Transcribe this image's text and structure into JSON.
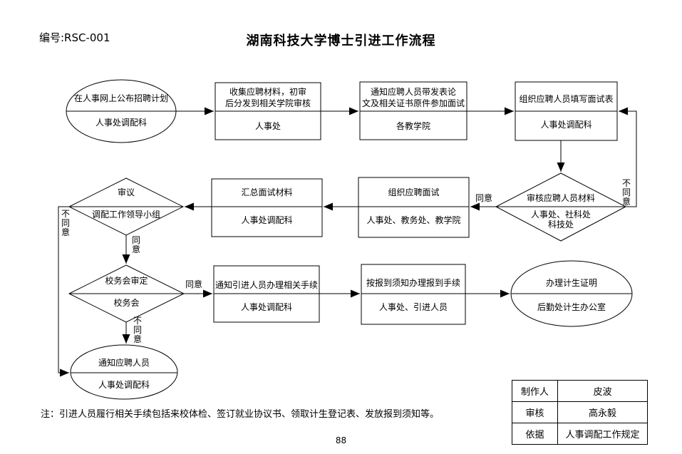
{
  "header": {
    "doc_number": "编号:RSC-001",
    "title": "湖南科技大学博士引进工作流程"
  },
  "nodes": [
    {
      "action": "在人事网上公布招聘计划",
      "dept": "人事处调配科"
    },
    {
      "action": "收集应聘材料，初审\n后分发到相关学院审核",
      "dept": "人事处"
    },
    {
      "action": "通知应聘人员带发表论\n文及相关证书原件参加面试",
      "dept": "各教学院"
    },
    {
      "action": "组织应聘人员填写面试表",
      "dept": "人事处调配科"
    },
    {
      "action": "审议",
      "dept": "调配工作领导小组"
    },
    {
      "action": "汇总面试材料",
      "dept": "人事处调配科"
    },
    {
      "action": "组织应聘面试",
      "dept": "人事处、教务处、教学院"
    },
    {
      "action": "审核应聘人员材料",
      "dept": "人事处、社科处\n科技处"
    },
    {
      "action": "校务会审定",
      "dept": "校务会"
    },
    {
      "action": "通知引进人员办理相关手续",
      "dept": "人事处调配科"
    },
    {
      "action": "按报到须知办理报到手续",
      "dept": "人事处、引进人员"
    },
    {
      "action": "办理计生证明",
      "dept": "后勤处计生办公室"
    },
    {
      "action": "通知应聘人员",
      "dept": "人事处调配科"
    }
  ],
  "edge_labels": {
    "agree": "同意",
    "disagree": "不同意"
  },
  "note": "注：引进人员履行相关手续包括来校体检、签订就业协议书、领取计生登记表、发放报到须知等。",
  "page_number": "88",
  "info_table": {
    "rows": [
      {
        "label": "制作人",
        "value": "皮波"
      },
      {
        "label": "审核",
        "value": "高永毅"
      },
      {
        "label": "依据",
        "value": "人事调配工作规定"
      }
    ]
  }
}
